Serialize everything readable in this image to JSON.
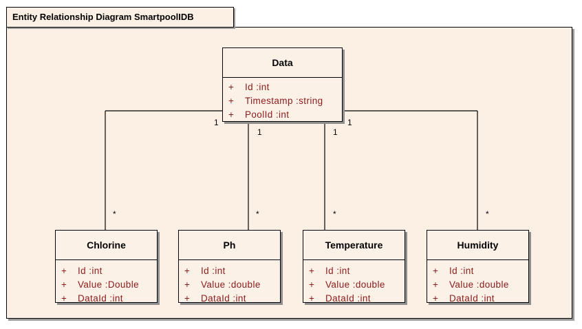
{
  "frame": {
    "title": "Entity Relationship Diagram SmartpoolIDB"
  },
  "entities": {
    "data": {
      "name": "Data",
      "attributes": [
        {
          "visibility": "+",
          "text": "Id  :int"
        },
        {
          "visibility": "+",
          "text": "Timestamp  :string"
        },
        {
          "visibility": "+",
          "text": "PoolId  :int"
        }
      ]
    },
    "chlorine": {
      "name": "Chlorine",
      "attributes": [
        {
          "visibility": "+",
          "text": "Id  :int"
        },
        {
          "visibility": "+",
          "text": "Value  :Double"
        },
        {
          "visibility": "+",
          "text": "DataId  :int"
        }
      ]
    },
    "ph": {
      "name": "Ph",
      "attributes": [
        {
          "visibility": "+",
          "text": "Id  :int"
        },
        {
          "visibility": "+",
          "text": "Value  :double"
        },
        {
          "visibility": "+",
          "text": "DataId  :int"
        }
      ]
    },
    "temperature": {
      "name": "Temperature",
      "attributes": [
        {
          "visibility": "+",
          "text": "Id  :int"
        },
        {
          "visibility": "+",
          "text": "Value  :double"
        },
        {
          "visibility": "+",
          "text": "DataId  :int"
        }
      ]
    },
    "humidity": {
      "name": "Humidity",
      "attributes": [
        {
          "visibility": "+",
          "text": "Id  :int"
        },
        {
          "visibility": "+",
          "text": "Value  :double"
        },
        {
          "visibility": "+",
          "text": "DataId  :int"
        }
      ]
    }
  },
  "relationships": [
    {
      "from": "Data",
      "to": "Chlorine",
      "from_multiplicity": "1",
      "to_multiplicity": "*"
    },
    {
      "from": "Data",
      "to": "Ph",
      "from_multiplicity": "1",
      "to_multiplicity": "*"
    },
    {
      "from": "Data",
      "to": "Temperature",
      "from_multiplicity": "1",
      "to_multiplicity": "*"
    },
    {
      "from": "Data",
      "to": "Humidity",
      "from_multiplicity": "1",
      "to_multiplicity": "*"
    }
  ]
}
